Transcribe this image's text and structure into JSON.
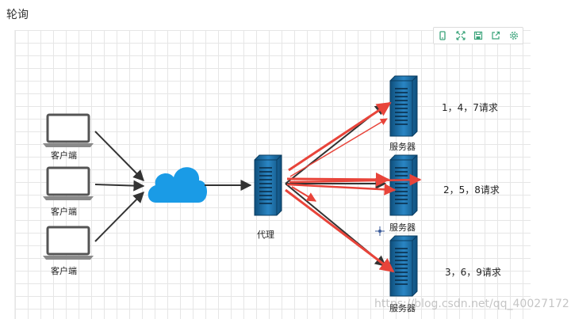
{
  "page": {
    "title": "轮询"
  },
  "toolbar": {
    "buttons": [
      {
        "icon": "mobile-icon"
      },
      {
        "icon": "fullscreen-icon"
      },
      {
        "icon": "save-icon"
      },
      {
        "icon": "export-icon"
      },
      {
        "icon": "gear-icon"
      }
    ],
    "accent": "#3aa37a"
  },
  "diagram": {
    "clients": [
      {
        "label": "客户端"
      },
      {
        "label": "客户端"
      },
      {
        "label": "客户端"
      }
    ],
    "proxy": {
      "label": "代理"
    },
    "servers": [
      {
        "label": "服务器",
        "requests": "1，4，7请求"
      },
      {
        "label": "服务器",
        "requests": "2，5，8请求"
      },
      {
        "label": "服务器",
        "requests": "3，6，9请求"
      }
    ],
    "colors": {
      "cloud": "#1a9be6",
      "server": "#1d6fa6",
      "arrow": "#333333",
      "highlight_arrow": "#e8443a"
    }
  },
  "watermark": "https://blog.csdn.net/qq_40027172"
}
